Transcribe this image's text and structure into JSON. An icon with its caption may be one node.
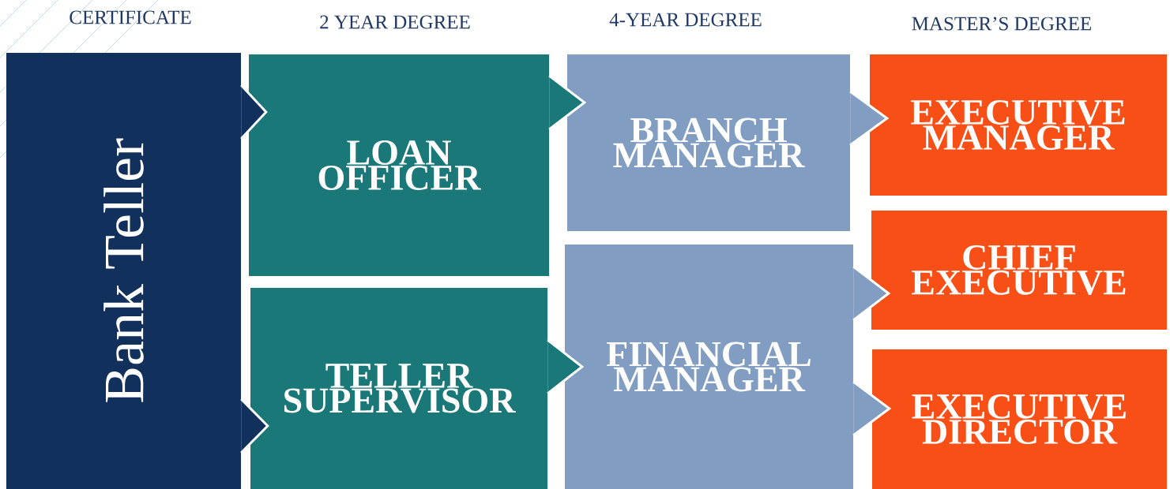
{
  "diagram": {
    "nodes": [
      {
        "text": [
          "Bank Teller"
        ]
      },
      {
        "text": [
          "LOAN OFFICER"
        ]
      },
      {
        "text": [
          "TELLER SUPERVISOR"
        ]
      },
      {
        "text": [
          "BRANCH MANAGER"
        ]
      },
      {
        "text": [
          "FINANCIAL MANAGER"
        ]
      },
      {
        "text": [
          "EXECUTIVE MANAGER"
        ]
      },
      {
        "text": [
          "CHIEF EXECUTIVE"
        ]
      },
      {
        "text": [
          "EXECUTIVE DIRECTOR"
        ]
      }
    ],
    "edges": [
      {
        "from": 0,
        "to": 1,
        "arrow": "to"
      },
      {
        "from": 0,
        "to": 2,
        "arrow": "to"
      },
      {
        "from": 1,
        "to": 3,
        "arrow": "to"
      },
      {
        "from": 2,
        "to": 4,
        "arrow": "to"
      },
      {
        "from": 3,
        "to": 5,
        "arrow": "to"
      },
      {
        "from": 4,
        "to": 6,
        "arrow": "to"
      },
      {
        "from": 4,
        "to": 7,
        "arrow": "to"
      }
    ],
    "labels": [
      "CERTIFICATE",
      "2 YEAR DEGREE",
      "4-YEAR DEGREE",
      "MASTER’S DEGREE"
    ]
  }
}
